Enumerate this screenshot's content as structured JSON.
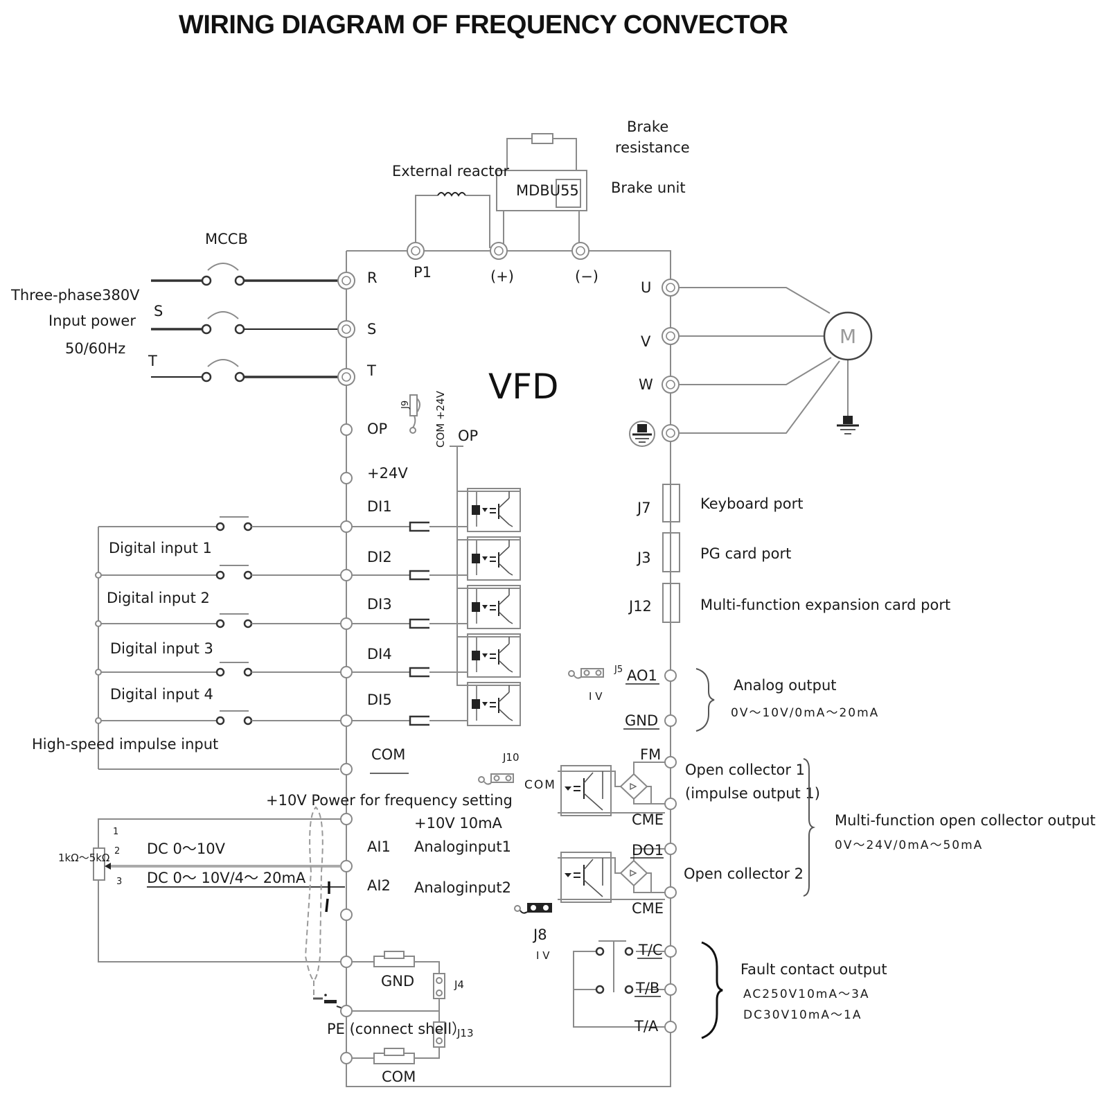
{
  "title": "WIRING DIAGRAM OF FREQUENCY CONVECTOR",
  "center_label": "VFD",
  "power_input": {
    "line1": "Three-phase380V",
    "line2": "Input power",
    "line3": "50/60Hz",
    "phase_s": "S",
    "phase_t": "T",
    "breaker": "MCCB"
  },
  "main_terminals": {
    "r": "R",
    "s": "S",
    "t": "T",
    "p1": "P1",
    "plus": "(+)",
    "minus": "(−)"
  },
  "brake": {
    "resistance_line1": "Brake",
    "resistance_line2": "resistance",
    "unit_label": "Brake unit",
    "unit_model": "MDBU55",
    "reactor": "External reactor"
  },
  "motor": {
    "u": "U",
    "v": "V",
    "w": "W",
    "symbol": "M"
  },
  "control_left": {
    "op": "OP",
    "plus24": "+24V",
    "j9": "J9",
    "j9_options": "COM +24V",
    "op_inner": "OP",
    "di": [
      "DI1",
      "DI2",
      "DI3",
      "DI4",
      "DI5"
    ],
    "com": "COM",
    "inputs": [
      "Digital input 1",
      "Digital input 2",
      "Digital input 3",
      "Digital input 4",
      "High-speed impulse input"
    ]
  },
  "ports": [
    {
      "id": "J7",
      "label": "Keyboard port"
    },
    {
      "id": "J3",
      "label": "PG card port"
    },
    {
      "id": "J12",
      "label": "Multi-function expansion card port"
    }
  ],
  "analog_output": {
    "jumper": "J5",
    "jumper_options": "I V",
    "ao1": "AO1",
    "gnd": "GND",
    "title": "Analog output",
    "spec": "0V～10V/0mA～20mA"
  },
  "open_collector": {
    "jumper": "J10",
    "com": "COM",
    "fm": "FM",
    "cme1": "CME",
    "do1": "DO1",
    "cme2": "CME",
    "oc1_line1": "Open collector 1",
    "oc1_line2": "(impulse output 1)",
    "oc2": "Open collector 2",
    "group_title": "Multi-function open collector output",
    "group_spec": "0V～24V/0mA～50mA"
  },
  "analog_input": {
    "power_label": "+10V Power for frequency setting",
    "power_spec": "+10V 10mA",
    "ai1": "AI1",
    "ai1_desc": "Analoginput1",
    "ai2": "AI2",
    "ai2_desc": "Analoginput2",
    "dc1": "DC 0～10V",
    "dc2": "DC 0～ 10V/4～ 20mA",
    "pot_range": "1kΩ～5kΩ",
    "pin1": "1",
    "pin2": "2",
    "pin3": "3"
  },
  "ground": {
    "gnd": "GND",
    "j4": "J4",
    "pe": "PE (connect shell）",
    "j13": "J13",
    "com": "COM",
    "j8": "J8",
    "j8_options": "I V"
  },
  "fault": {
    "tc": "T/C",
    "tb": "T/B",
    "ta": "T/A",
    "title": "Fault contact output",
    "spec_ac": "AC250V10mA～3A",
    "spec_dc": "DC30V10mA～1A"
  }
}
